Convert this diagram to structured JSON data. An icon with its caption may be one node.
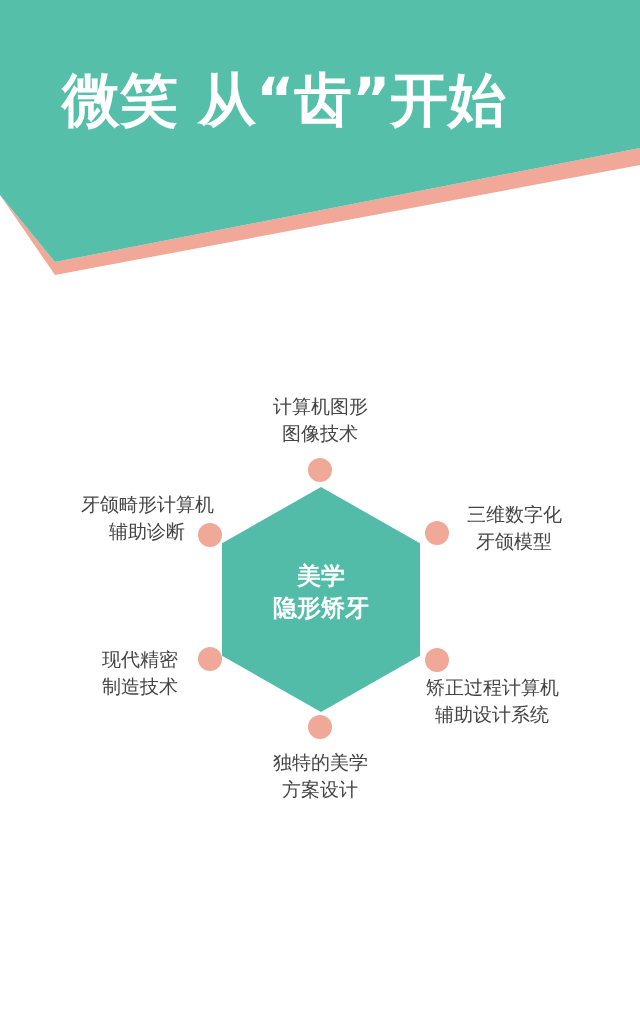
{
  "diagram": {
    "title": "微笑 从“齿”开始",
    "nodes": [
      {
        "text": [
          "美学隐形矫牙"
        ]
      },
      {
        "text": [],
        "shape": "circle",
        "beside": [
          "计算机图形图像技术"
        ]
      },
      {
        "text": [],
        "shape": "circle",
        "beside": [
          "牙颌畸形计算机辅助诊断"
        ]
      },
      {
        "text": [],
        "shape": "circle",
        "beside": [
          "三维数字化牙颌模型"
        ]
      },
      {
        "text": [],
        "shape": "circle",
        "beside": [
          "现代精密制造技术"
        ]
      },
      {
        "text": [],
        "shape": "circle",
        "beside": [
          "矫正过程计算机辅助设计系统"
        ]
      },
      {
        "text": [],
        "shape": "circle",
        "beside": [
          "独特的美学方案设计"
        ]
      }
    ],
    "edges": []
  }
}
